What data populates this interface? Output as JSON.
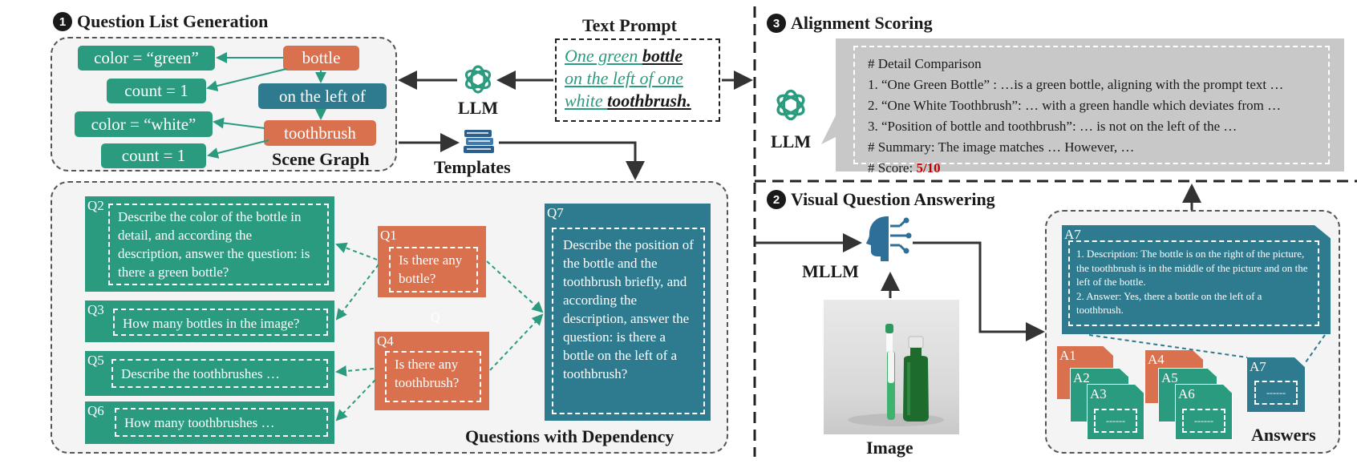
{
  "sections": {
    "qlist": {
      "num": "1",
      "title": "Question List Generation"
    },
    "align": {
      "num": "3",
      "title": "Alignment Scoring"
    },
    "vqa": {
      "num": "2",
      "title": "Visual Question Answering"
    }
  },
  "text_prompt": {
    "title": "Text Prompt",
    "line1_a": "One green ",
    "line1_b": "bottle",
    "line2": "on the left of one",
    "line3_a": "white ",
    "line3_b": "toothbrush."
  },
  "scene_graph": {
    "label": "Scene Graph",
    "nodes": {
      "color_green": "color = “green”",
      "count1_a": "count = 1",
      "bottle": "bottle",
      "relation": "on the left of",
      "color_white": "color = “white”",
      "toothbrush": "toothbrush",
      "count1_b": "count = 1"
    }
  },
  "llm_label": "LLM",
  "templates_label": "Templates",
  "questions": {
    "label": "Questions with Dependency",
    "q2": {
      "tag": "Q2",
      "text": "Describe the color of the bottle in detail, and according the description, answer the question: is there a green bottle?"
    },
    "q3": {
      "tag": "Q3",
      "text": "How many bottles in the image?"
    },
    "q5": {
      "tag": "Q5",
      "text": "Describe the toothbrushes …"
    },
    "q6": {
      "tag": "Q6",
      "text": "How many toothbrushes …"
    },
    "q1": {
      "tag": "Q1",
      "text": "Is there any bottle?"
    },
    "q4": {
      "tag": "Q4",
      "text": "Is there any toothbrush?"
    },
    "q7": {
      "tag": "Q7",
      "text": "Describe the position of the bottle and the toothbrush briefly, and according the description, answer the question: is there a bottle on the left of a toothbrush?"
    },
    "stray": "Q"
  },
  "scoring": {
    "llm_label": "LLM",
    "lines": [
      "# Detail Comparison",
      "1. “One Green Bottle” : …is a green bottle, aligning with the prompt text …",
      "2. “One White Toothbrush”: … with a green handle which deviates from …",
      "3. “Position of bottle and toothbrush”: … is not on the left of the …",
      "# Summary: The image matches … However, …"
    ],
    "score_prefix": "# Score: ",
    "score_value": "5/10"
  },
  "vqa": {
    "mllm_label": "MLLM",
    "image_label": "Image",
    "answers_label": "Answers",
    "a7": {
      "tag": "A7",
      "text": "1. Description: The bottle is on the right of the picture, the toothbrush is in the middle of the picture and on the left of the bottle.\n2. Answer: Yes, there a bottle on the left of a toothbrush."
    },
    "stack_left": [
      "A1",
      "A2",
      "A3"
    ],
    "stack_mid": [
      "A4",
      "A5",
      "A6"
    ],
    "small_a7": "A7",
    "placeholder": "------"
  },
  "colors": {
    "green": "#2b9b7f",
    "orange": "#d9714e",
    "teal": "#2e7a8f",
    "score_red": "#c00000"
  },
  "icons": [
    "openai-logo-icon",
    "books-icon",
    "ai-head-icon",
    "bottle-toothbrush-photo"
  ]
}
